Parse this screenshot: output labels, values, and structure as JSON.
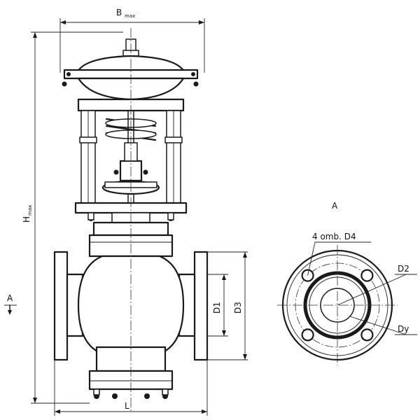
{
  "labels": {
    "width_main": "B",
    "width_sub": "max",
    "height_main": "H",
    "height_sub": "max",
    "length": "L",
    "d1": "D1",
    "d3": "D3",
    "view_a": "A",
    "view_a_arrow": "A",
    "holes": "4 omb. D4",
    "d2": "D2",
    "dy": "Dy"
  },
  "colors": {
    "stroke": "#1a1a1a",
    "background": "#ffffff"
  }
}
